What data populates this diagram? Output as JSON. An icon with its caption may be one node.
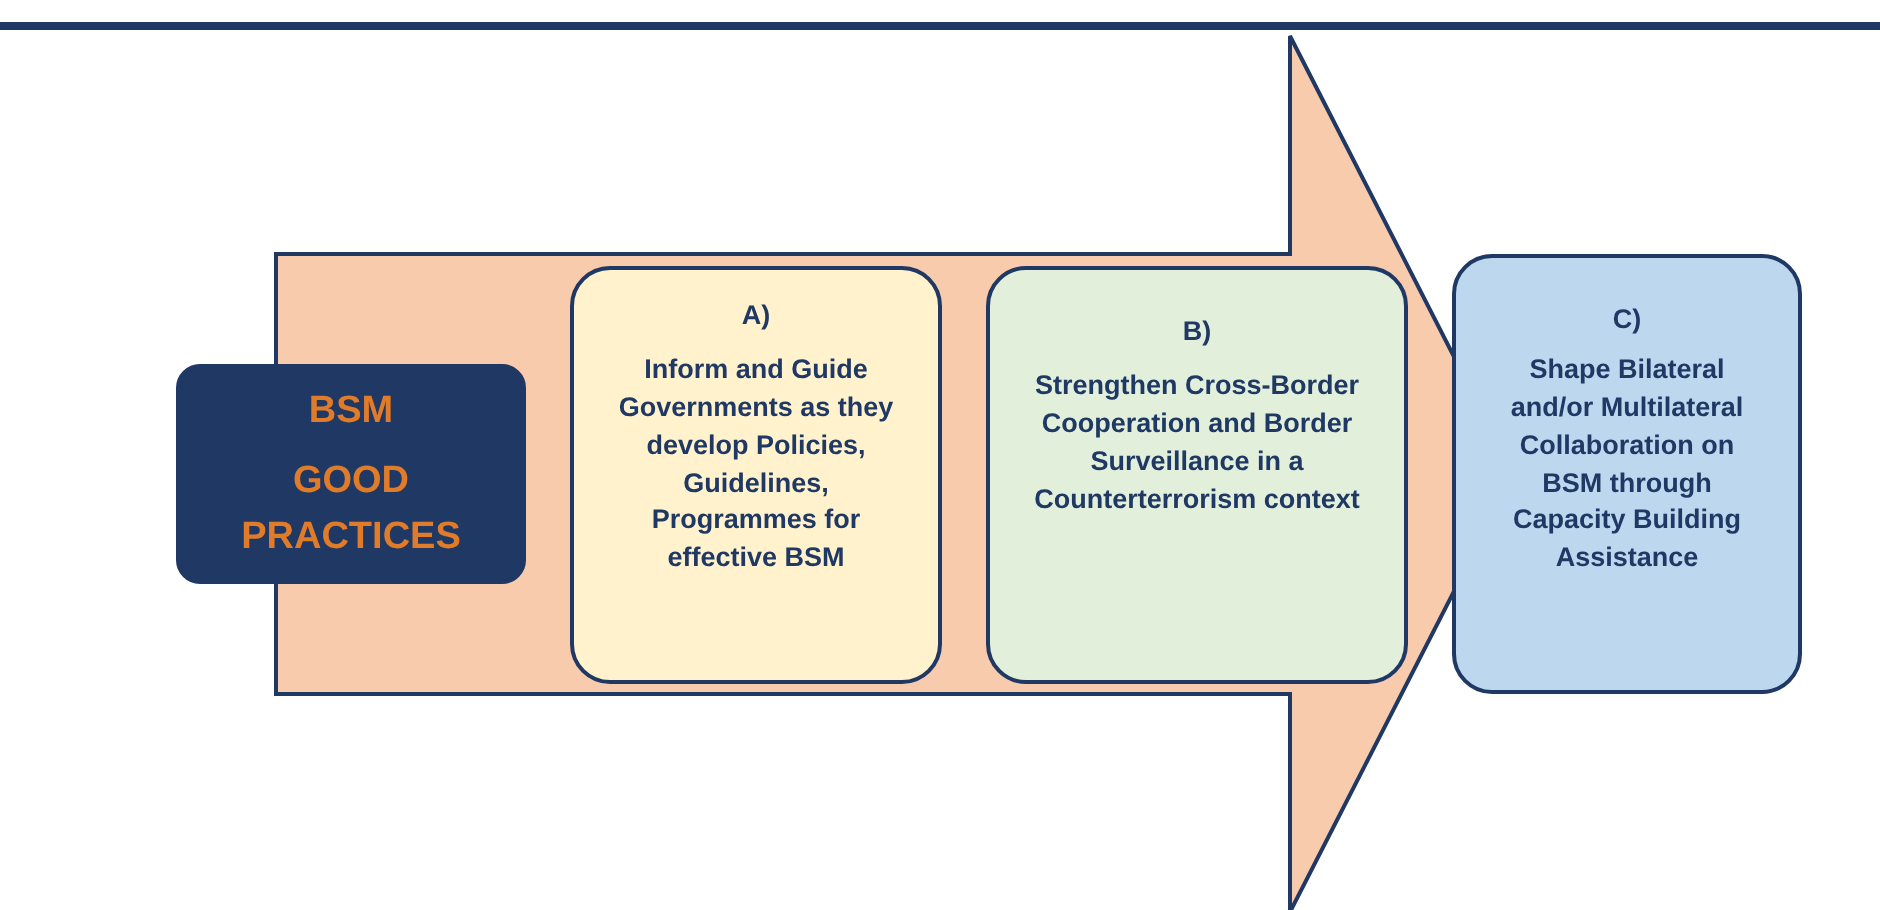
{
  "diagram": {
    "nodes": [
      {
        "text": [
          "BSM",
          "GOOD PRACTICES"
        ]
      },
      {
        "text": [
          "A)",
          "Inform and Guide Governments as they develop Policies, Guidelines, Programmes for effective BSM"
        ]
      },
      {
        "text": [
          "B)",
          "Strengthen Cross-Border Cooperation and Border Surveillance in a Counterterrorism context"
        ]
      },
      {
        "text": [
          "C)",
          "Shape Bilateral and/or Multilateral Collaboration on BSM through Capacity Building Assistance"
        ]
      }
    ],
    "edges": [
      {
        "from": 0,
        "to": 3,
        "arrow": "to"
      }
    ]
  }
}
